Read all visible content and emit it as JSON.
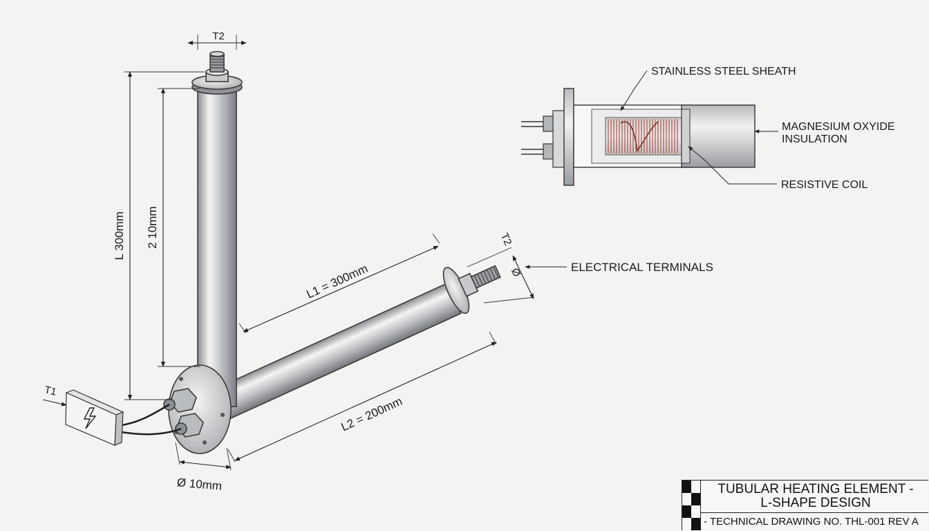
{
  "drawing": {
    "labels": {
      "t2_top": "T2",
      "length_total": "L 300mm",
      "length_inner": "2 10mm",
      "l1": "L1 = 300mm",
      "l2": "L2 = 200mm",
      "t2_right": "T2",
      "phi": "Ø",
      "diameter": "Ø 10mm",
      "t1": "T1"
    },
    "callouts": {
      "electrical_terminals": "ELECTRICAL TERMINALS",
      "stainless_steel_sheath": "STAINLESS STEEL SHEATH",
      "mgo_line1": "MAGNESIUM OXYIDE",
      "mgo_line2": "INSULATION",
      "resistive_coil": "RESISTIVE COIL"
    },
    "colors": {
      "steel_light": "#f2f2f2",
      "steel_mid": "#b9bcbf",
      "steel_dark": "#7d8084",
      "coil": "#9b4a3e",
      "wire": "#1e1e1e"
    }
  },
  "title_block": {
    "title_line1": "TUBULAR HEATING ELEMENT -",
    "title_line2": "L-SHAPE DESIGN",
    "subtitle": "- TECHNICAL DRAWING NO. THL-001 REV A"
  }
}
